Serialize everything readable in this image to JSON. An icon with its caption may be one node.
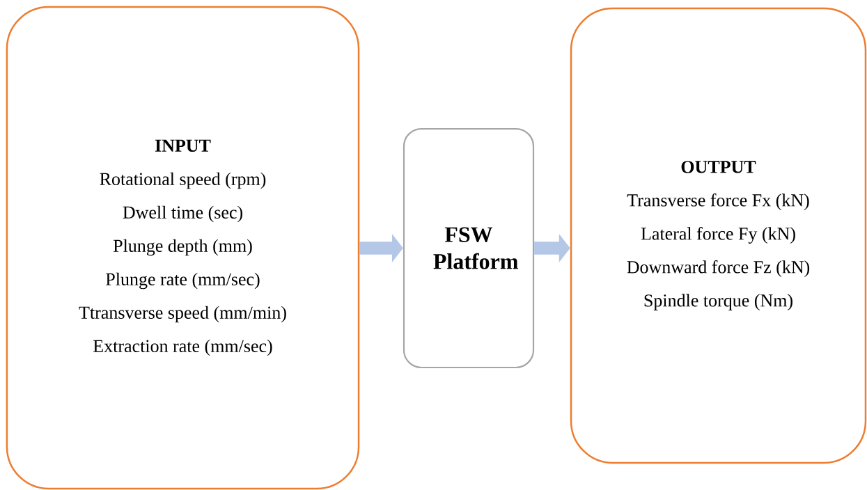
{
  "diagram": {
    "nodes": [
      {
        "text": [
          "INPUT",
          "Rotational speed (rpm)",
          "Dwell time (sec)",
          "Plunge depth (mm)",
          "Plunge rate (mm/sec)",
          "Ttransverse speed (mm/min)",
          "Extraction rate (mm/sec)"
        ]
      },
      {
        "text": [
          "FSW Platform"
        ]
      },
      {
        "text": [
          "OUTPUT",
          "Transverse force Fx (kN)",
          "Lateral force Fy (kN)",
          "Downward force Fz (kN)",
          "Spindle torque (Nm)"
        ]
      }
    ],
    "edges": [
      {
        "from": 0,
        "to": 1,
        "arrow": "to"
      },
      {
        "from": 1,
        "to": 2,
        "arrow": "to"
      }
    ]
  }
}
